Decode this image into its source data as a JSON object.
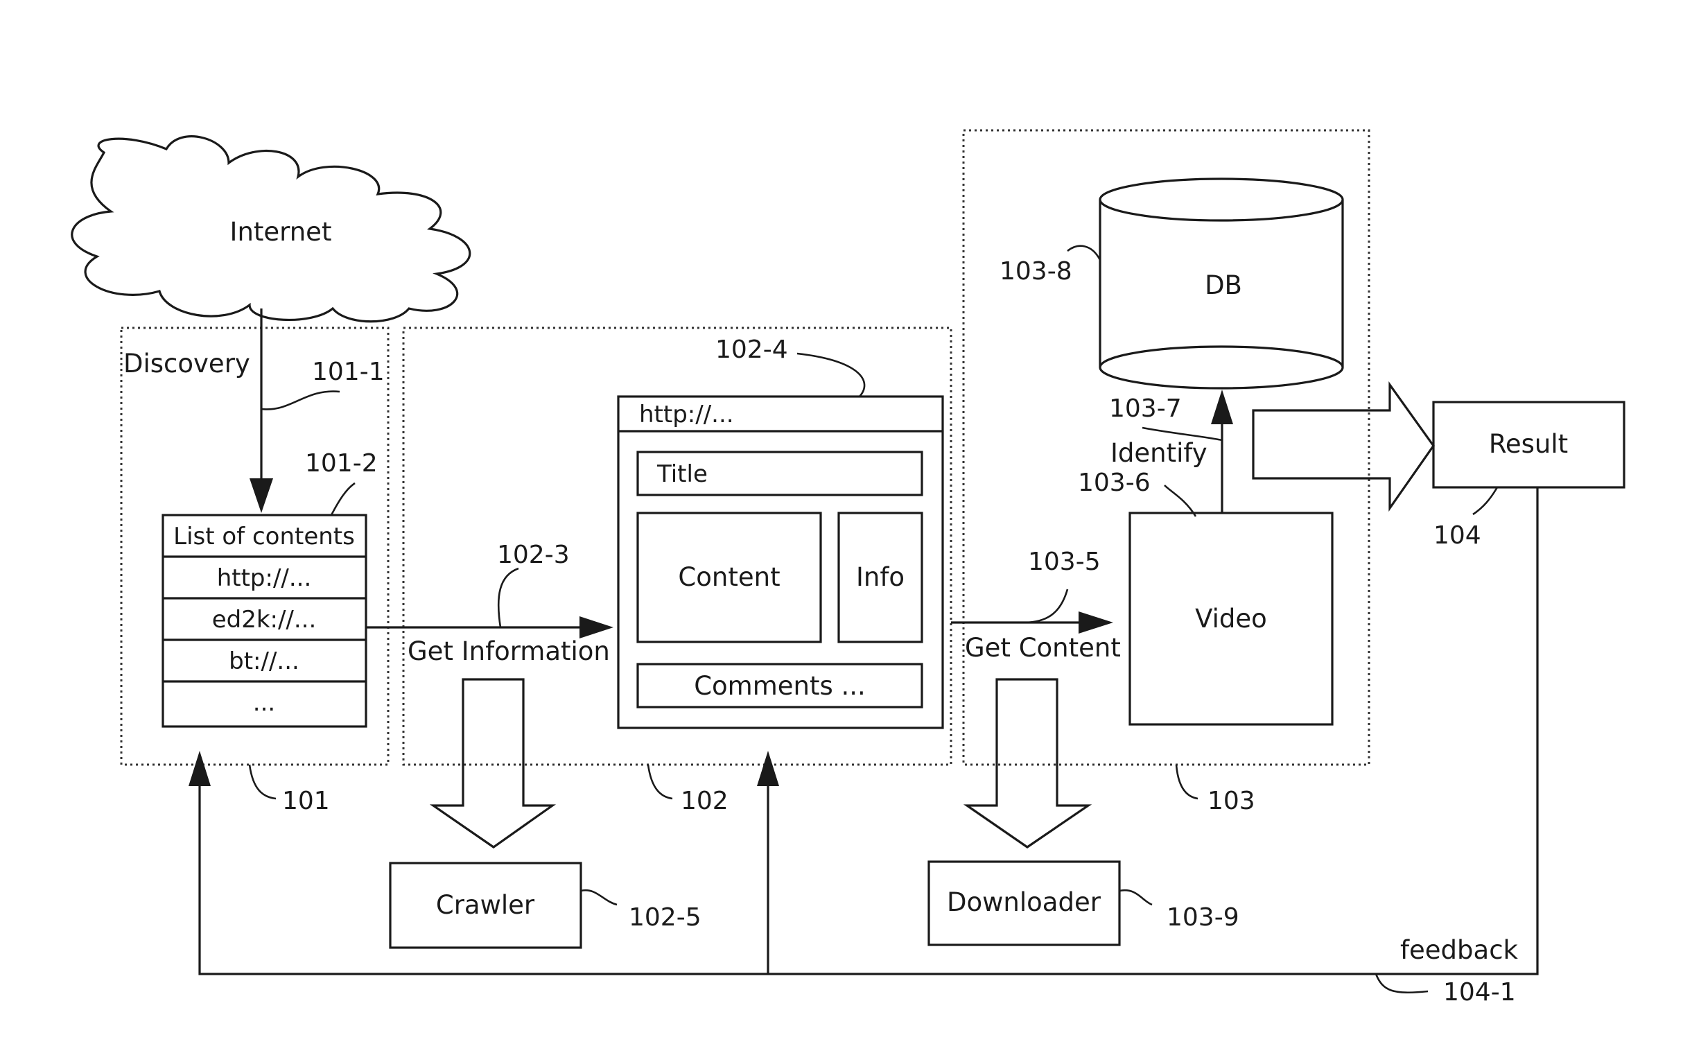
{
  "internet": {
    "label": "Internet"
  },
  "discovery": {
    "label": "Discovery",
    "ref": "101",
    "arrow_ref": "101-1",
    "list_ref": "101-2",
    "list_title": "List of contents",
    "list_items": [
      "http://...",
      "ed2k://...",
      "bt://...",
      "..."
    ]
  },
  "information": {
    "ref": "102",
    "arrow_label": "Get Information",
    "arrow_ref": "102-3",
    "page_ref": "102-4",
    "url": "http://...",
    "title": "Title",
    "content": "Content",
    "info": "Info",
    "comments": "Comments ...",
    "crawler": "Crawler",
    "crawler_ref": "102-5"
  },
  "content_stage": {
    "ref": "103",
    "arrow_label": "Get Content",
    "arrow_ref": "103-5",
    "video": "Video",
    "video_ref": "103-6",
    "identify": "Identify",
    "identify_ref": "103-7",
    "db": "DB",
    "db_ref": "103-8",
    "downloader": "Downloader",
    "downloader_ref": "103-9"
  },
  "result": {
    "label": "Result",
    "ref": "104",
    "feedback": "feedback",
    "feedback_ref": "104-1"
  }
}
